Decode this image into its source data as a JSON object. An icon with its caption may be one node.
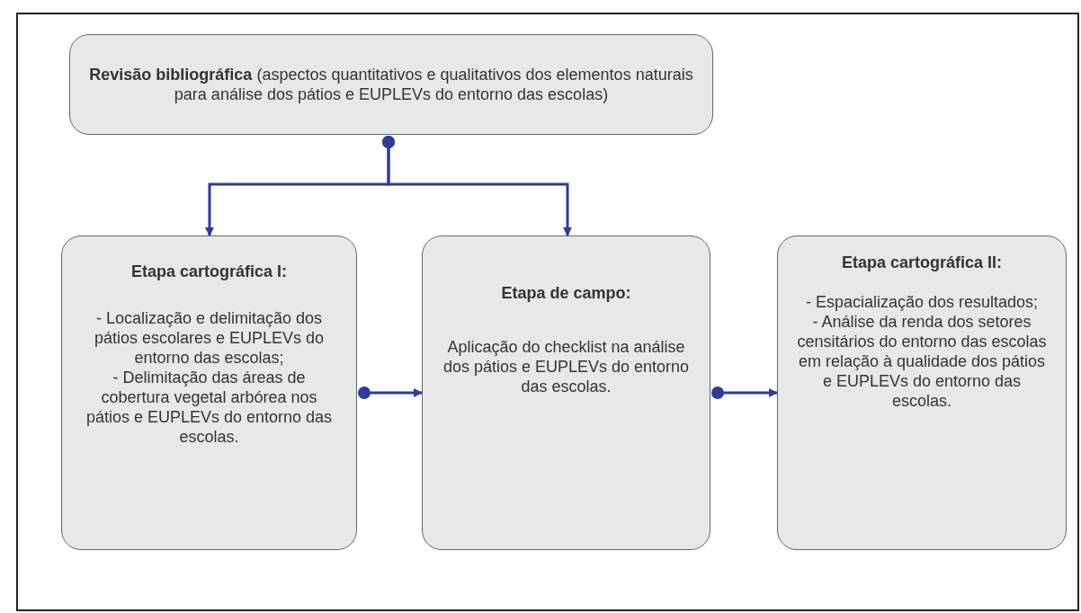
{
  "diagram": {
    "nodes": [
      {
        "text": [
          "**Revisão bibliográfica** (aspectos quantitativos e qualitativos dos elementos naturais para análise dos pátios e EUPLEVs do entorno das escolas)"
        ]
      },
      {
        "text": [
          "Etapa cartográfica I:",
          "- Localização e delimitação dos pátios escolares e EUPLEVs do entorno das escolas;",
          "- Delimitação das áreas de cobertura vegetal arbórea nos pátios e EUPLEVs do entorno das escolas."
        ]
      },
      {
        "text": [
          "Etapa de campo:",
          "Aplicação do checklist na análise dos pátios e EUPLEVs do entorno das escolas."
        ]
      },
      {
        "text": [
          "Etapa cartográfica II:",
          "- Espacialização dos resultados;",
          "- Análise da renda dos setores censitários do entorno das escolas em relação à qualidade dos pátios e EUPLEVs do entorno das escolas."
        ]
      }
    ],
    "edges": [
      {
        "from": 0,
        "to": 1,
        "arrow": "to"
      },
      {
        "from": 0,
        "to": 2,
        "arrow": "to"
      },
      {
        "from": 1,
        "to": 2,
        "arrow": "to"
      },
      {
        "from": 2,
        "to": 3,
        "arrow": "to"
      }
    ]
  }
}
